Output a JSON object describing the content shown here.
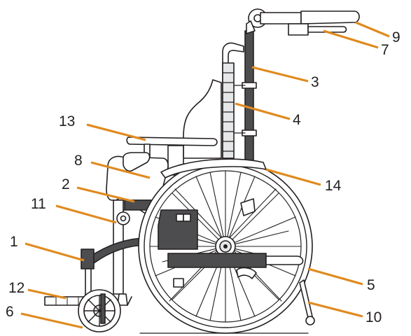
{
  "callouts": [
    {
      "id": "1",
      "label": "1"
    },
    {
      "id": "2",
      "label": "2"
    },
    {
      "id": "3",
      "label": "3"
    },
    {
      "id": "4",
      "label": "4"
    },
    {
      "id": "5",
      "label": "5"
    },
    {
      "id": "6",
      "label": "6"
    },
    {
      "id": "7",
      "label": "7"
    },
    {
      "id": "8",
      "label": "8"
    },
    {
      "id": "9",
      "label": "9"
    },
    {
      "id": "10",
      "label": "10"
    },
    {
      "id": "11",
      "label": "11"
    },
    {
      "id": "12",
      "label": "12"
    },
    {
      "id": "13",
      "label": "13"
    },
    {
      "id": "14",
      "label": "14"
    }
  ],
  "colors": {
    "leader": "#e08a1e",
    "line": "#231f20",
    "frame_fill": "#4d4d4f",
    "part_fill": "#e6e7e8",
    "light_fill": "#f4f4f4"
  },
  "icons": [
    "wheelchair-illustration"
  ]
}
